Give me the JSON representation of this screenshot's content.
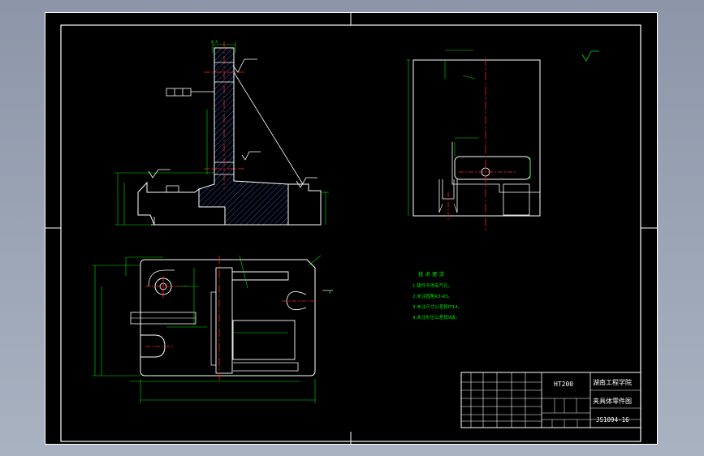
{
  "section_label": "A-A",
  "datum_label": "A",
  "tech_notes": {
    "heading": "技 术 要 求",
    "items": [
      "1.铸件不得有气孔。",
      "2.未注圆角R3-R5。",
      "3.未注尺寸公差按IT14。",
      "4.未注形位公差按9级。"
    ]
  },
  "title_block": {
    "material": "HT200",
    "school": "湖南工程学院",
    "drawing_name": "夹具体零件图",
    "drawing_number": "JS1094-16"
  },
  "colors": {
    "outline": "#ffffff",
    "dimension": "#00e000",
    "centerline": "#ff2020",
    "hatch": "#3060d0",
    "frame": "#ffffff"
  }
}
